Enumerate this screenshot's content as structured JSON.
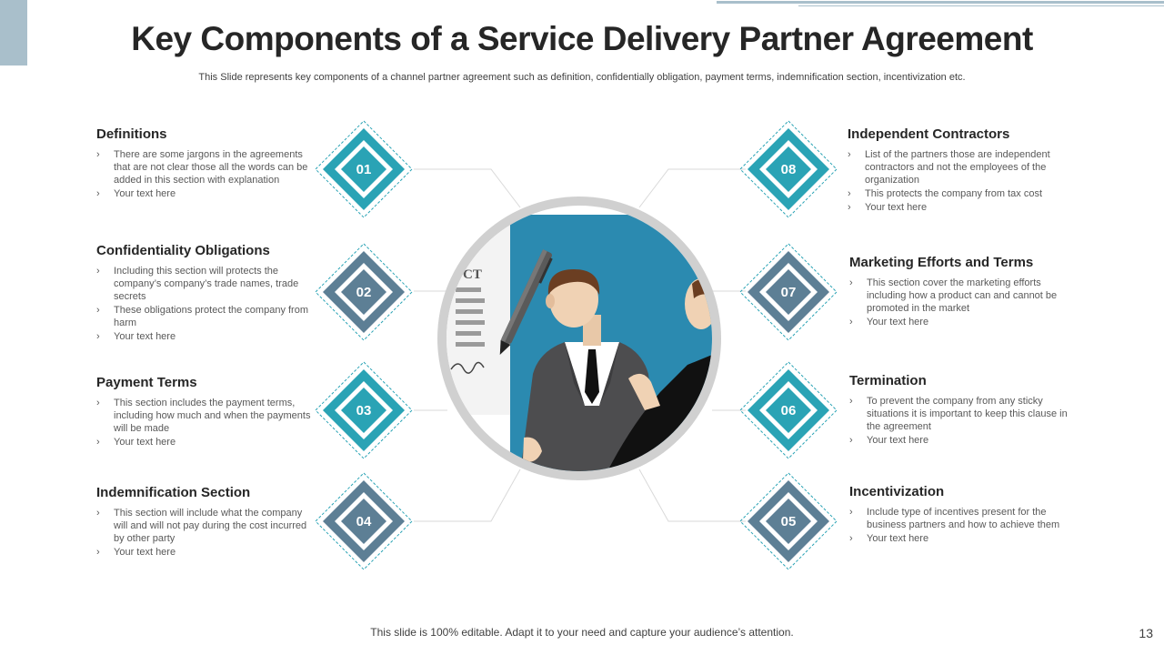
{
  "slide": {
    "title": "Key Components of a Service Delivery Partner Agreement",
    "subtitle": "This Slide represents key components of a channel partner agreement such as definition, confidentially obligation, payment terms, indemnification section, incentivization etc.",
    "footer": "This slide is 100% editable. Adapt it to your need and capture your audience’s attention.",
    "page_number": "13"
  },
  "colors": {
    "teal": "#2aa3b5",
    "slate": "#5d7f95",
    "frame": "#d0d0d0",
    "photo_bg": "#2b8ab0"
  },
  "left": [
    {
      "num": "01",
      "title": "Definitions",
      "items": [
        "There are some jargons in the agreements that are not clear those all the words can be added in this section with explanation",
        "Your text here"
      ]
    },
    {
      "num": "02",
      "title": "Confidentiality Obligations",
      "items": [
        "Including this section will protects the company’s company’s trade names, trade secrets",
        "These obligations protect the company from harm",
        "Your text here"
      ]
    },
    {
      "num": "03",
      "title": "Payment Terms",
      "items": [
        "This section includes the payment terms, including how much and when the payments will be made",
        "Your text here"
      ]
    },
    {
      "num": "04",
      "title": "Indemnification Section",
      "items": [
        "This section will include what the company will and will not pay during the cost incurred by other party",
        "Your text here"
      ]
    }
  ],
  "right": [
    {
      "num": "08",
      "title": "Independent Contractors",
      "items": [
        "List of the partners those are independent contractors and not the employees of the organization",
        "This protects the company from tax cost",
        "Your text here"
      ]
    },
    {
      "num": "07",
      "title": "Marketing Efforts and Terms",
      "items": [
        "This section cover the marketing efforts including how a product can and cannot be promoted in the market",
        "Your text here"
      ]
    },
    {
      "num": "06",
      "title": "Termination",
      "items": [
        "To prevent the company from any sticky situations it is important to keep this clause in the agreement",
        "Your text here"
      ]
    },
    {
      "num": "05",
      "title": "Incentivization",
      "items": [
        "Include type of incentives present for the business partners and how to achieve them",
        "Your text here"
      ]
    }
  ]
}
